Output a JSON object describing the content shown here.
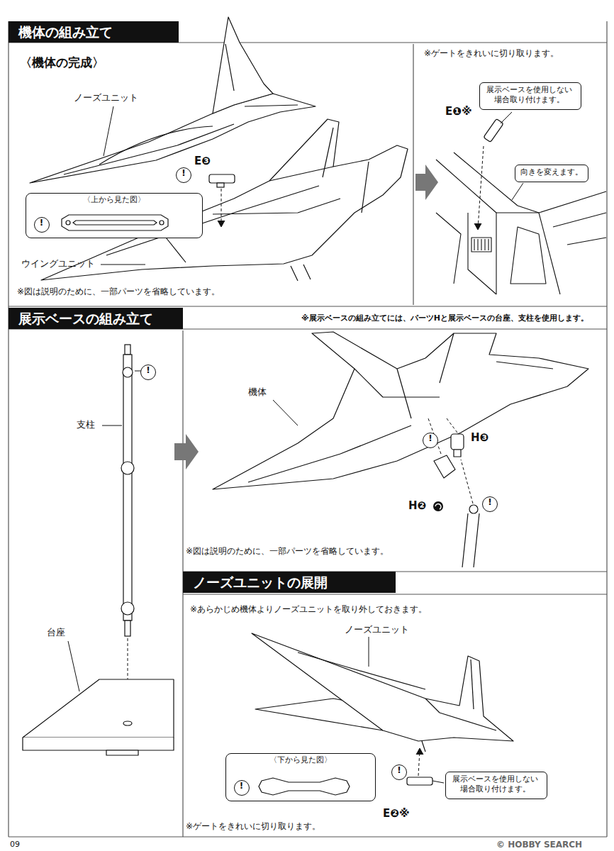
{
  "diagram": {
    "nodes": [
      {
        "text": [
          "機体の組み立て"
        ]
      },
      {
        "text": [
          "!"
        ]
      },
      {
        "text": [
          "〈上から見た図〉"
        ]
      },
      {
        "text": [
          "!"
        ],
        "in": 2
      },
      {
        "text": [
          "展示ベースを使用しない 場合取り付けます。"
        ]
      },
      {
        "text": [
          "向きを変えます。"
        ]
      },
      {
        "text": [
          "展示ベースの組み立て"
        ]
      },
      {
        "text": [
          "!"
        ]
      },
      {
        "text": [
          "!"
        ]
      },
      {
        "text": [
          "!"
        ]
      },
      {
        "text": [
          "ノーズユニットの展開"
        ]
      },
      {
        "text": [
          "〈下から見た図〉"
        ]
      },
      {
        "text": [
          "!"
        ],
        "in": 11
      },
      {
        "text": [
          "!"
        ]
      },
      {
        "text": [
          "展示ベースを使用しない 場合取り付けます。"
        ]
      }
    ],
    "labels": [
      "〈機体の完成〉",
      "ノーズユニット",
      "E❸",
      "ウイングユニット",
      "※図は説明のために、一部パーツを省略しています。",
      "※ゲートをきれいに切り取ります。",
      "E❶※",
      "※展示ベースの組み立てには、パーツHと展示ベースの台座、支柱を使用します。",
      "支柱",
      "台座",
      "機体",
      "H❸",
      "H❷",
      "※図は説明のために、一部パーツを省略しています。",
      "※あらかじめ機体よりノーズユニットを取り外しておきます。",
      "ノーズユニット",
      "E❷※",
      "※ゲートをきれいに切り取ります。",
      "09",
      "© HOBBY SEARCH"
    ]
  }
}
